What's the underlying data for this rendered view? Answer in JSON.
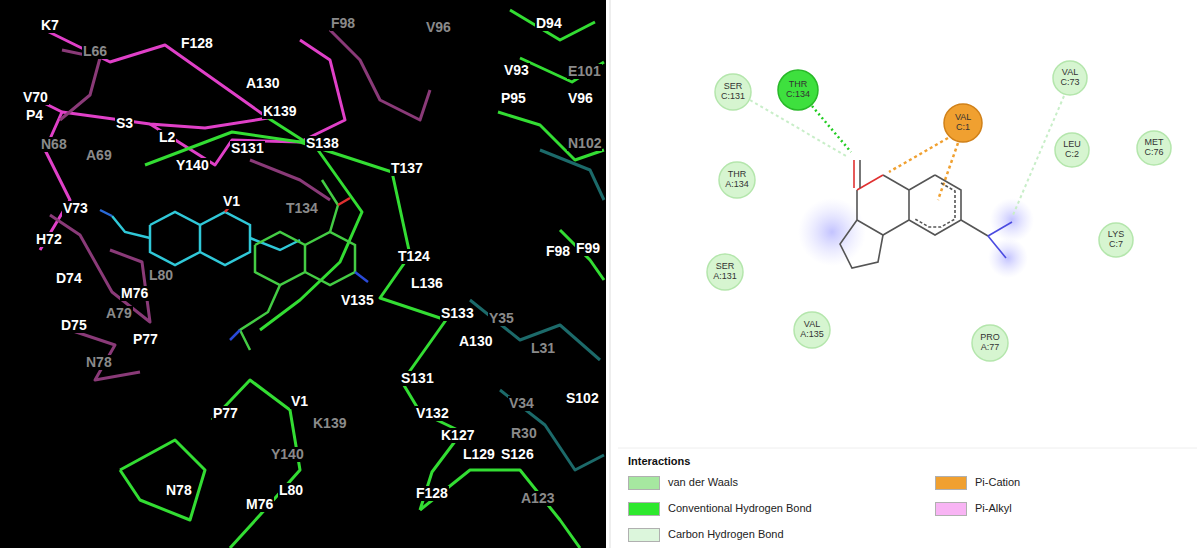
{
  "diagram": {
    "nodes": [
      {
        "text": [
          "SER C:131"
        ]
      },
      {
        "text": [
          "THR C:134"
        ]
      },
      {
        "text": [
          "VAL C:1"
        ]
      },
      {
        "text": [
          "VAL C:73"
        ]
      },
      {
        "text": [
          "LEU C:2"
        ]
      },
      {
        "text": [
          "MET C:76"
        ]
      },
      {
        "text": [
          "THR A:134"
        ]
      },
      {
        "text": [
          "LYS C:7"
        ]
      },
      {
        "text": [
          "SER A:131"
        ]
      },
      {
        "text": [
          "VAL A:135"
        ]
      },
      {
        "text": [
          "PRO A:77"
        ]
      }
    ],
    "labels": [
      "K7",
      "L66",
      "F128",
      "F98",
      "V96",
      "D94",
      "V70",
      "P4",
      "S3",
      "L2",
      "A130",
      "K139",
      "V93",
      "E101",
      "P95",
      "V96",
      "Y140",
      "S131",
      "S138",
      "N102",
      "N68",
      "A69",
      "T137",
      "V1",
      "T134",
      "V73",
      "H72",
      "T124",
      "D74",
      "M76",
      "A79",
      "L80",
      "L136",
      "V135",
      "S133",
      "A130",
      "D75",
      "P77",
      "F98",
      "F99",
      "S131",
      "V132",
      "S102",
      "N78",
      "P77",
      "V1",
      "K139",
      "K127",
      "L129",
      "S126",
      "Y140",
      "N78",
      "M76",
      "L80",
      "F128",
      "A123",
      "V34",
      "R30",
      "L31",
      "Y35",
      "Interactions"
    ],
    "legend": [
      {
        "text": "van der Waals",
        "color": "#a6e8a0"
      },
      {
        "text": "Conventional Hydrogen Bond",
        "color": "#2ee82e"
      },
      {
        "text": "Carbon Hydrogen Bond",
        "color": "#dcf6dc"
      },
      {
        "text": "Pi-Cation",
        "color": "#f0a030"
      },
      {
        "text": "Pi-Alkyl",
        "color": "#f8b4f4"
      }
    ]
  }
}
